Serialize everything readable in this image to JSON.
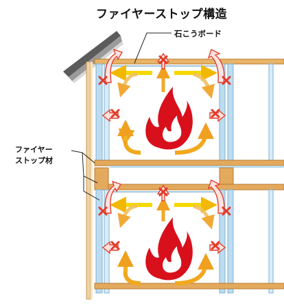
{
  "title": "ファイヤーストップ構造",
  "labels": {
    "gypsum_board": "石こうボード",
    "firestop_line1": "ファイヤー",
    "firestop_line2": "ストップ材"
  },
  "colors": {
    "wood": "#e1a85c",
    "wood_edge": "#b97a2e",
    "stud": "#b9d9ee",
    "stud_edge": "#7fb1d2",
    "flame": "#d8101c",
    "arrow_hot": "#f39a1e",
    "arrow_light": "#f6d000",
    "block_x": "#e33a2a"
  },
  "icons": [
    "flame-icon",
    "blocked-arrow-icon",
    "flow-arrow-icon"
  ]
}
